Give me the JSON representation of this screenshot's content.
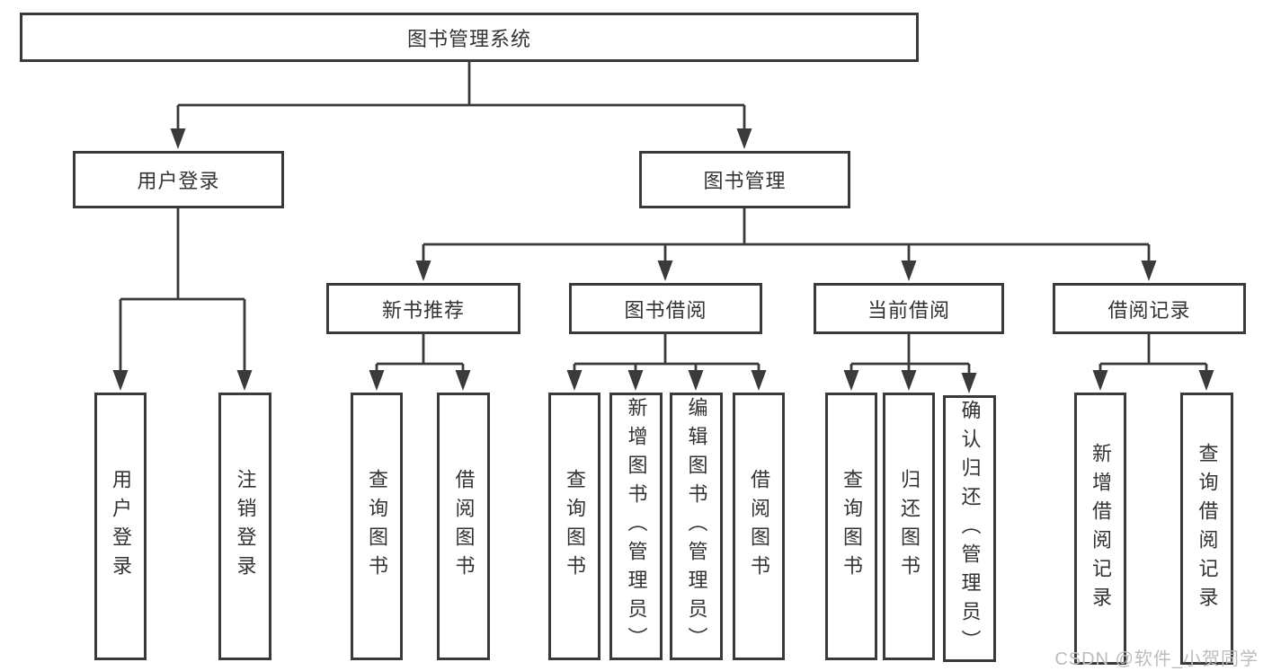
{
  "root_label": "图书管理系统",
  "level2": {
    "user_login": "用户登录",
    "book_management": "图书管理"
  },
  "level3": {
    "new_book_recommend": "新书推荐",
    "book_borrowing": "图书借阅",
    "current_borrowing": "当前借阅",
    "borrowing_records": "借阅记录"
  },
  "leaves": {
    "user_login": [
      "用户登录",
      "注销登录"
    ],
    "new_book_recommend": [
      "查询图书",
      "借阅图书"
    ],
    "book_borrowing": [
      "查询图书",
      "新增图书（管理员）",
      "编辑图书（管理员）",
      "借阅图书"
    ],
    "current_borrowing": [
      "查询图书",
      "归还图书",
      "确认归还（管理员）"
    ],
    "borrowing_records": [
      "新增借阅记录",
      "查询借阅记录"
    ]
  },
  "watermark": "CSDN @软件_小贺同学",
  "colors": {
    "line": "#3a3a3a",
    "text": "#333333",
    "watermark": "#bcbcbc",
    "background": "#ffffff"
  }
}
